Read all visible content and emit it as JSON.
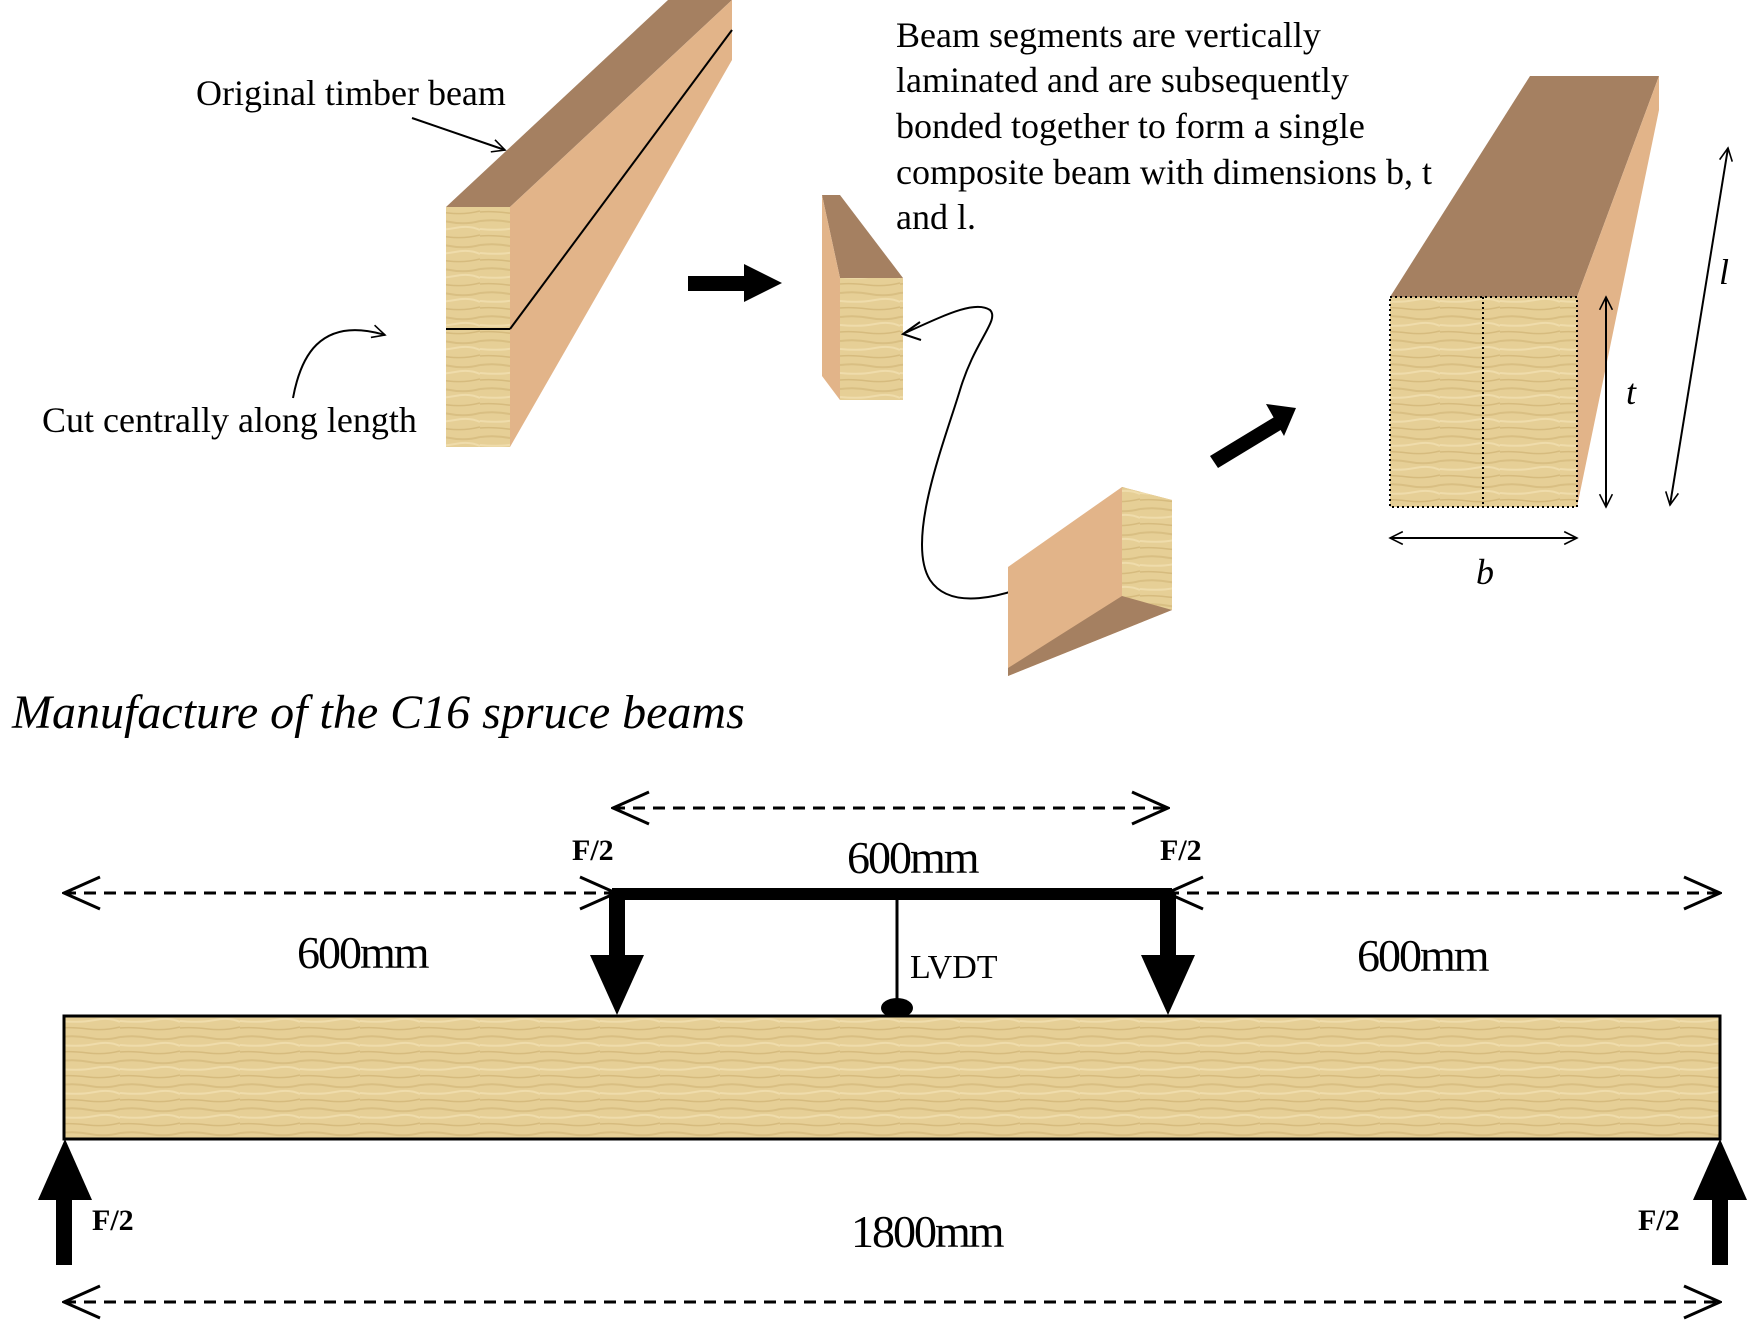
{
  "labels": {
    "original_beam": "Original timber beam",
    "cut": "Cut centrally along length",
    "description_lines": [
      "Beam segments are vertically",
      "laminated and are subsequently",
      "bonded together to form a single",
      "composite beam with dimensions b, t",
      "and l."
    ],
    "dim_l": "l",
    "dim_t": "t",
    "dim_b": "b",
    "caption": "Manufacture of the C16 spruce beams"
  },
  "test_setup": {
    "force_load_left": "F/2",
    "force_load_right": "F/2",
    "force_support_left": "F/2",
    "force_support_right": "F/2",
    "span_left": "600mm",
    "span_mid": "600mm",
    "span_right": "600mm",
    "span_total": "1800mm",
    "lvdt": "LVDT"
  },
  "colors": {
    "wood_face": "#e6cf96",
    "wood_side": "#e2b489",
    "wood_top": "#a58061",
    "ink": "#000000"
  }
}
